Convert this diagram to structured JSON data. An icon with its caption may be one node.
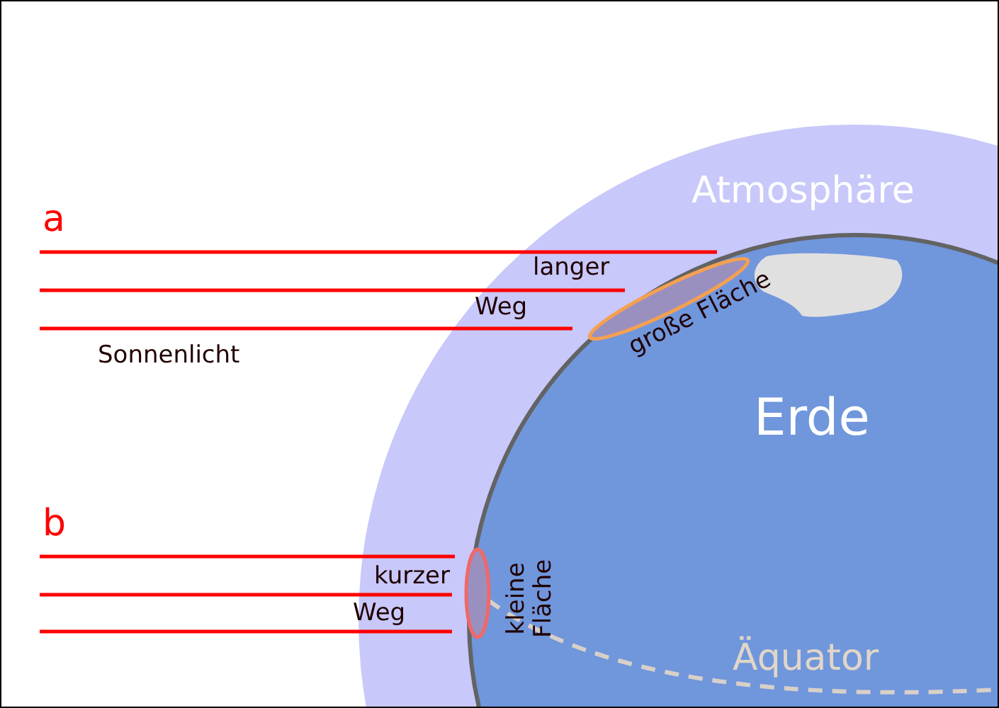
{
  "diagram": {
    "labels": [
      "Atmosphäre",
      "a",
      "langer",
      "Weg",
      "große Fläche",
      "Sonnenlicht",
      "Erde",
      "b",
      "kurzer",
      "Weg",
      "kleine Fläche",
      "Äquator"
    ]
  }
}
